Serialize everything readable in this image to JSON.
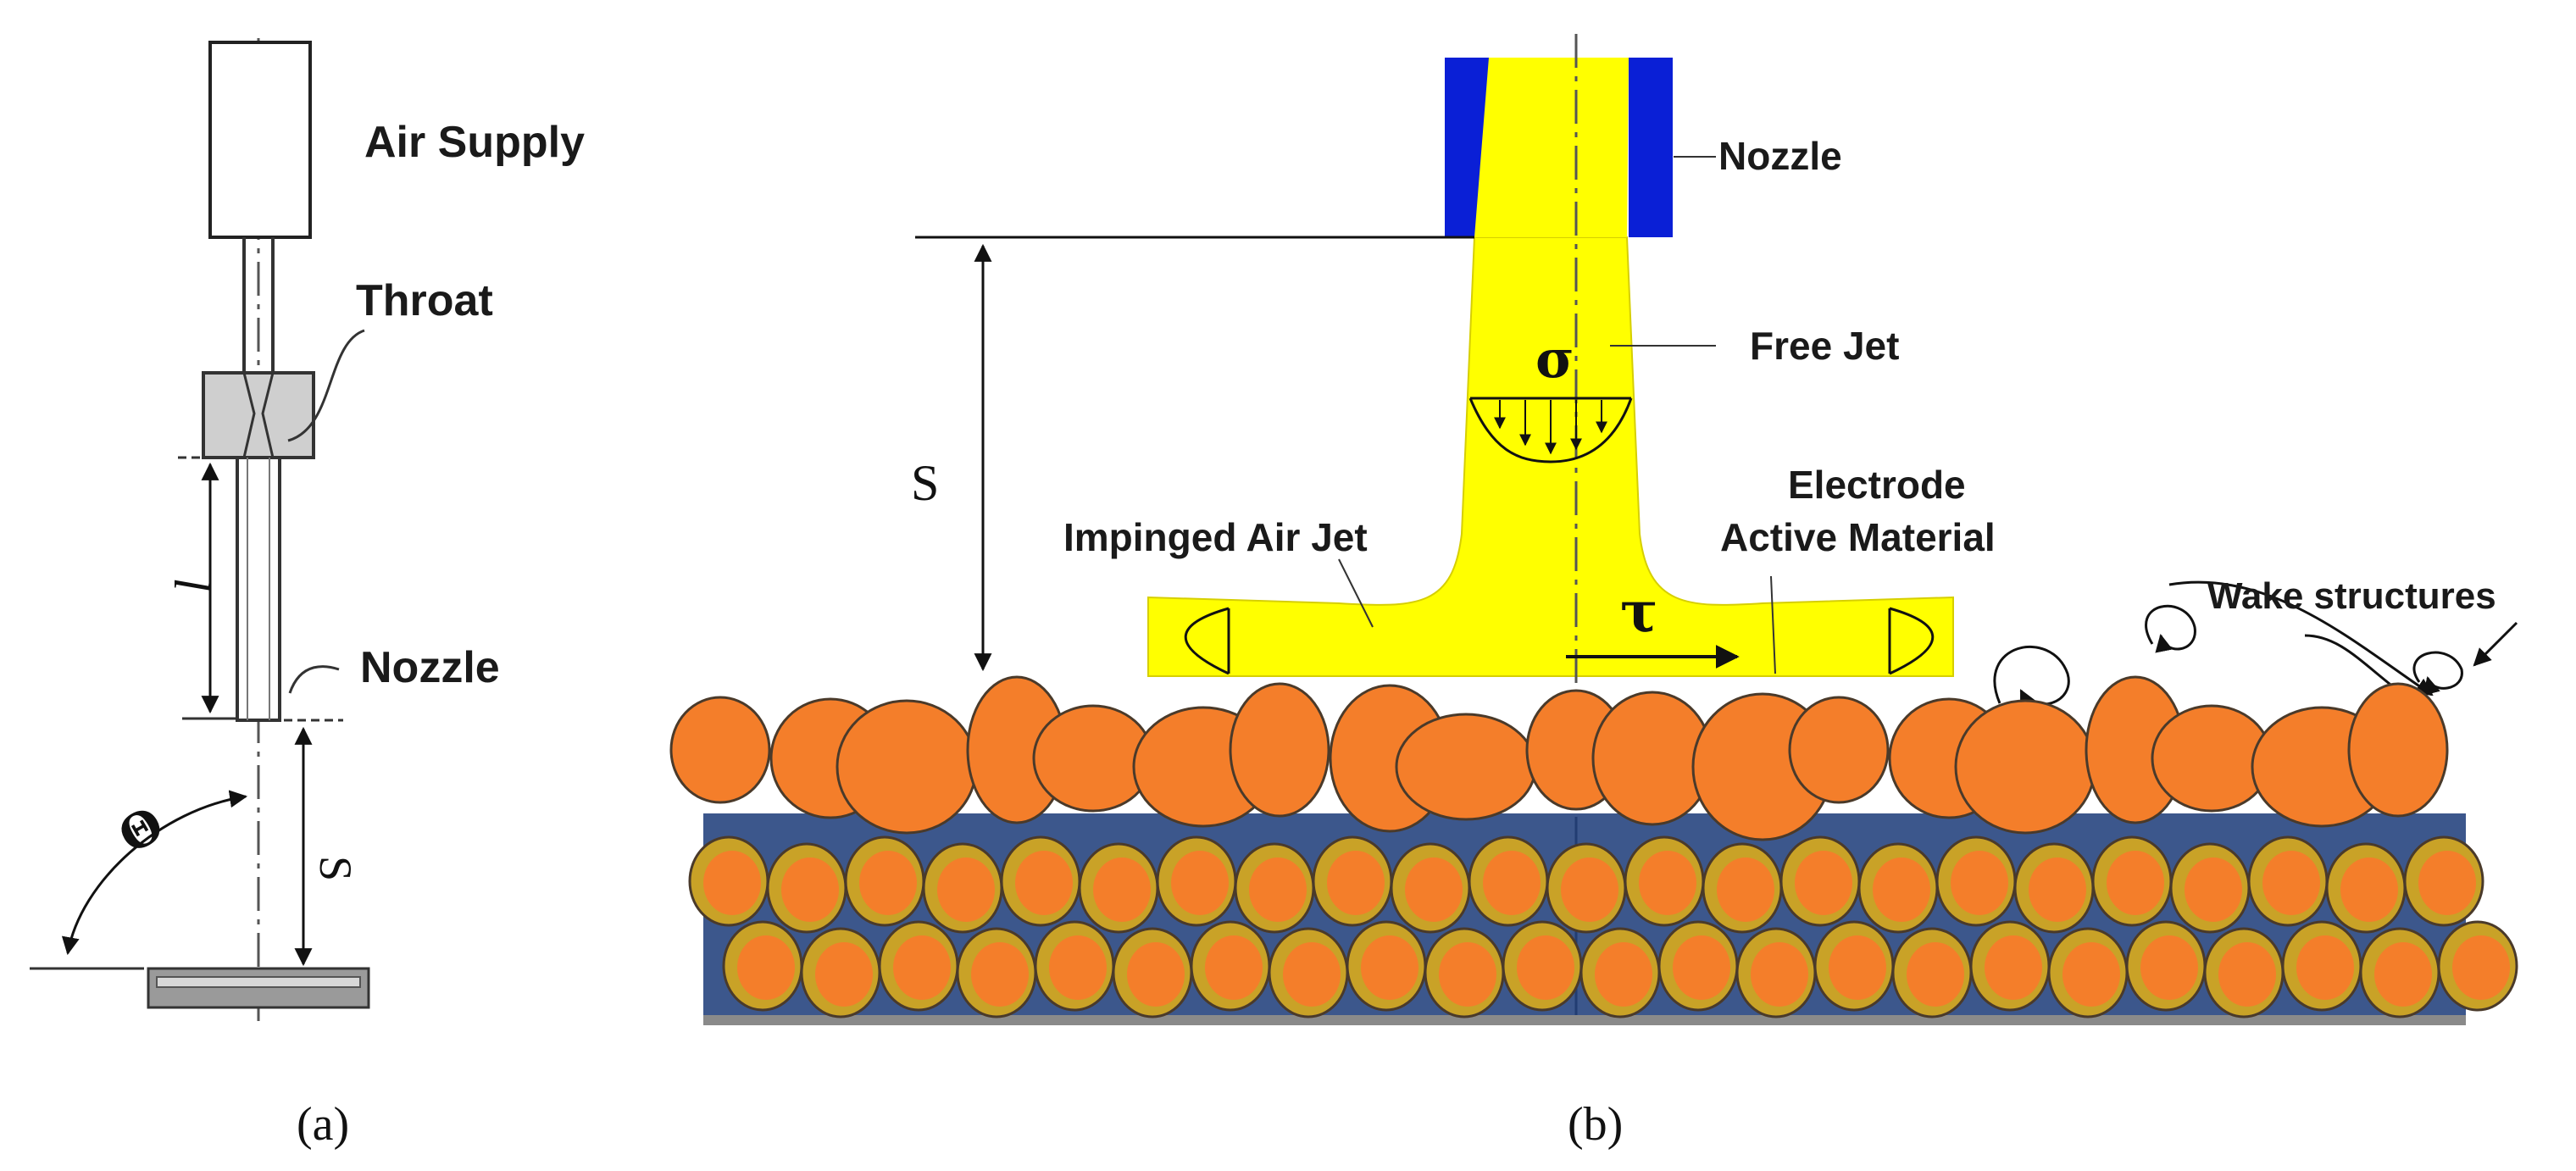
{
  "panel_a": {
    "caption": "(a)",
    "labels": {
      "air_supply": "Air Supply",
      "throat": "Throat",
      "nozzle": "Nozzle",
      "length_symbol": "l",
      "standoff_symbol": "S",
      "angle_symbol": "Θ"
    }
  },
  "panel_b": {
    "caption": "(b)",
    "labels": {
      "nozzle": "Nozzle",
      "free_jet": "Free Jet",
      "standoff": "S",
      "sigma": "σ",
      "tau": "τ",
      "impinged_air_jet": "Impinged Air Jet",
      "electrode_line1": "Electrode",
      "electrode_line2": "Active Material",
      "wake_structures": "Wake structures"
    }
  },
  "colors": {
    "jet": "#ffff00",
    "nozzle_body": "#0a1fd6",
    "particle": "#f47e2a",
    "particle_edge": "#4a3a2a",
    "binder": "#c9a227",
    "pore": "#1a3a78",
    "substrate": "#8a8a8a",
    "block_gray": "#cfcfcf"
  }
}
